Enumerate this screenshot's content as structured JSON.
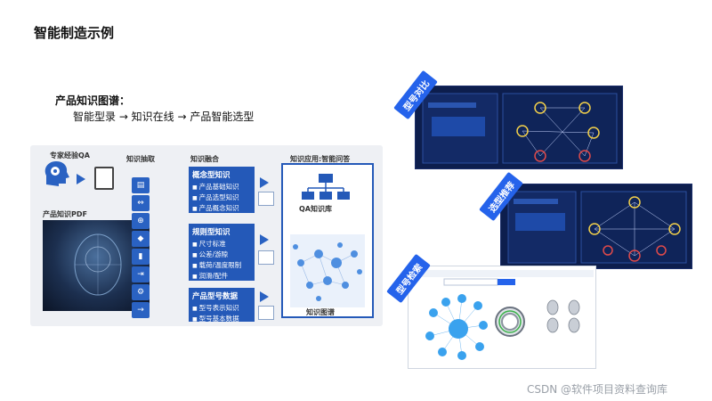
{
  "slide": {
    "title": "智能制造示例",
    "kg_heading": "产品知识图谱：",
    "kg_flow": "智能型录 → 知识在线 → 产品智能选型"
  },
  "pipeline": {
    "expert_qa": "专家经验QA",
    "product_pdf": "产品知识PDF",
    "extract": "知识抽取",
    "fusion": "知识融合",
    "application": "知识应用:智能问答",
    "qa_base": "QA知识库",
    "kg": "知识图谱",
    "concept": {
      "title": "概念型知识",
      "items": [
        "产品基础知识",
        "产品选型知识",
        "产品概念知识"
      ]
    },
    "rule": {
      "title": "规则型知识",
      "items": [
        "尺寸标准",
        "公差/游隙",
        "载荷/温度限制",
        "润滑/配件"
      ]
    },
    "data": {
      "title": "产品型号数据",
      "items": [
        "型号表示知识",
        "型号基本数据"
      ]
    }
  },
  "screens": {
    "tag1": "型号对比",
    "tag2": "选型推荐",
    "tag3": "型号检索"
  },
  "watermark": "CSDN @软件项目资料查询库",
  "colors": {
    "accent": "#2459b8",
    "dark_panel": "#0d1e4d",
    "tag": "#2563eb"
  }
}
